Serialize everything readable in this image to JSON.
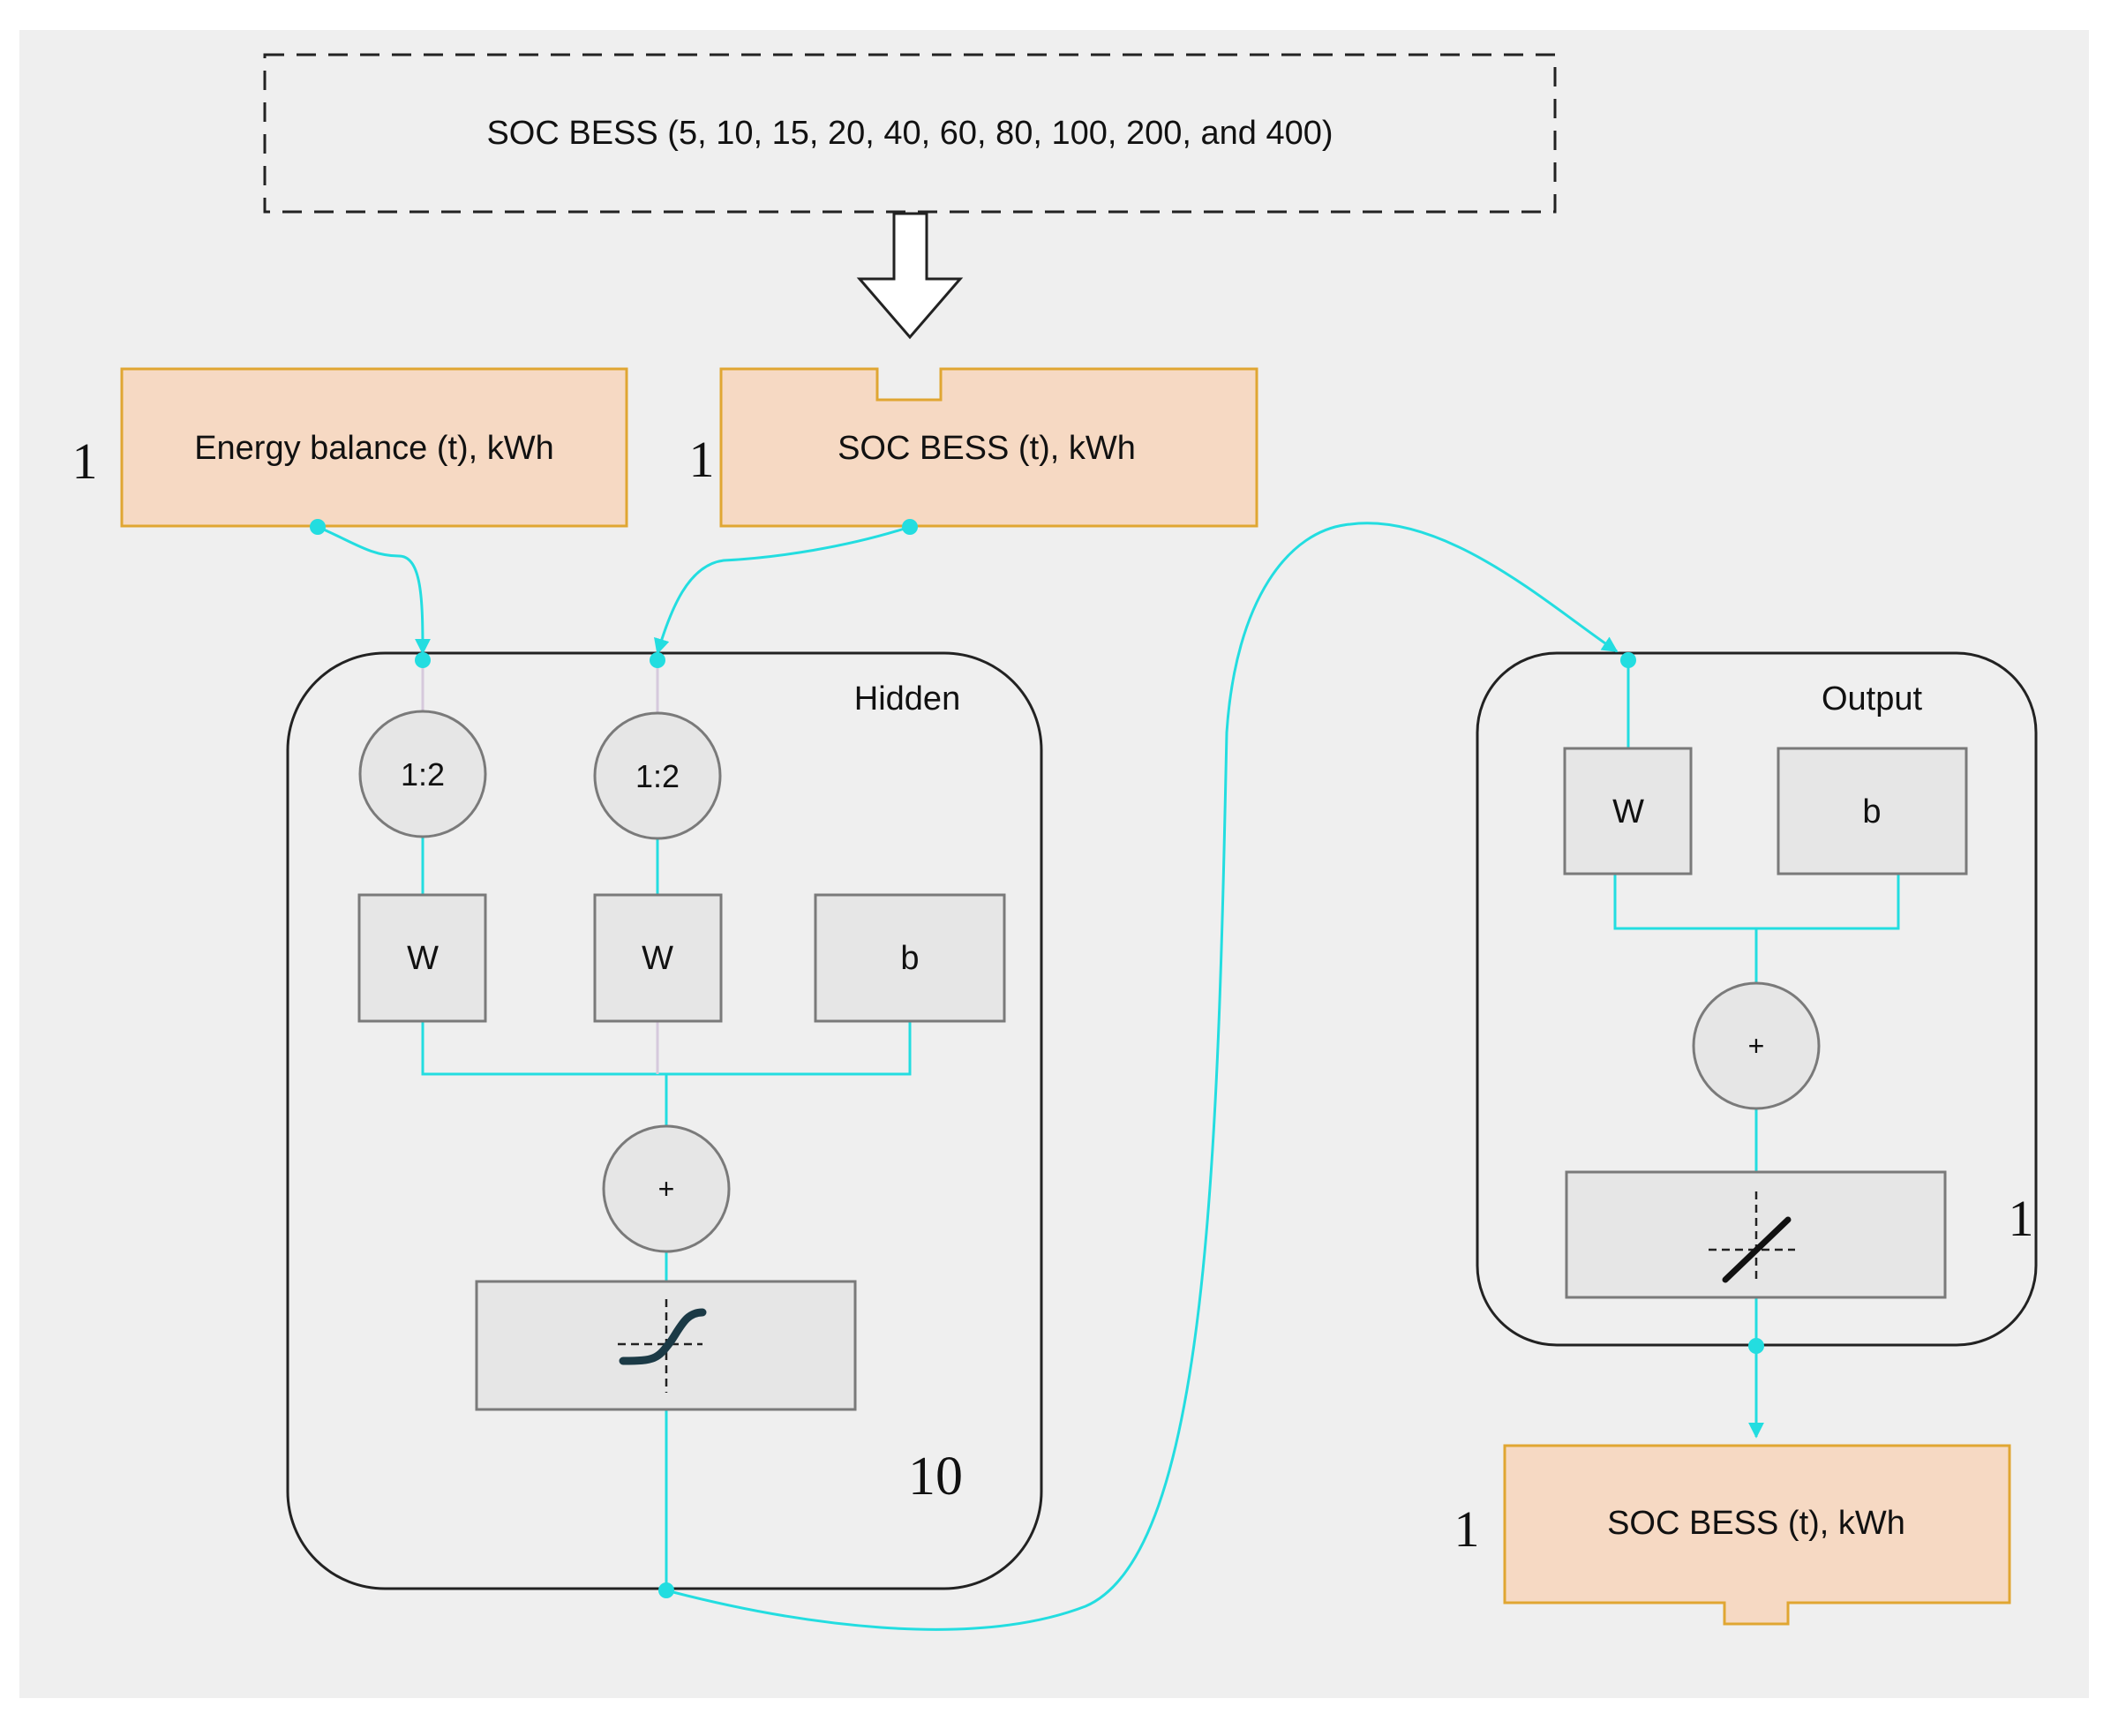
{
  "top_box": {
    "label": "SOC BESS (5, 10, 15, 20, 40, 60, 80, 100, 200, and 400)"
  },
  "inputs": [
    {
      "label": "Energy balance (t), kWh",
      "size": "1"
    },
    {
      "label": "SOC BESS (t), kWh",
      "size": "1"
    }
  ],
  "hidden": {
    "title": "Hidden",
    "delay_labels": [
      "1:2",
      "1:2"
    ],
    "weight_labels": [
      "W",
      "W"
    ],
    "bias_label": "b",
    "sum_label": "+",
    "size": "10"
  },
  "output_layer": {
    "title": "Output",
    "weight_label": "W",
    "bias_label": "b",
    "sum_label": "+",
    "size": "1"
  },
  "output": {
    "label": "SOC BESS (t), kWh",
    "size": "1"
  },
  "colors": {
    "background": "#efefef",
    "io_fill": "#f6d9c3",
    "io_border": "#e0a632",
    "connector": "#23dde0",
    "block_fill": "#e6e6e6",
    "block_border": "#7a7a7a"
  }
}
